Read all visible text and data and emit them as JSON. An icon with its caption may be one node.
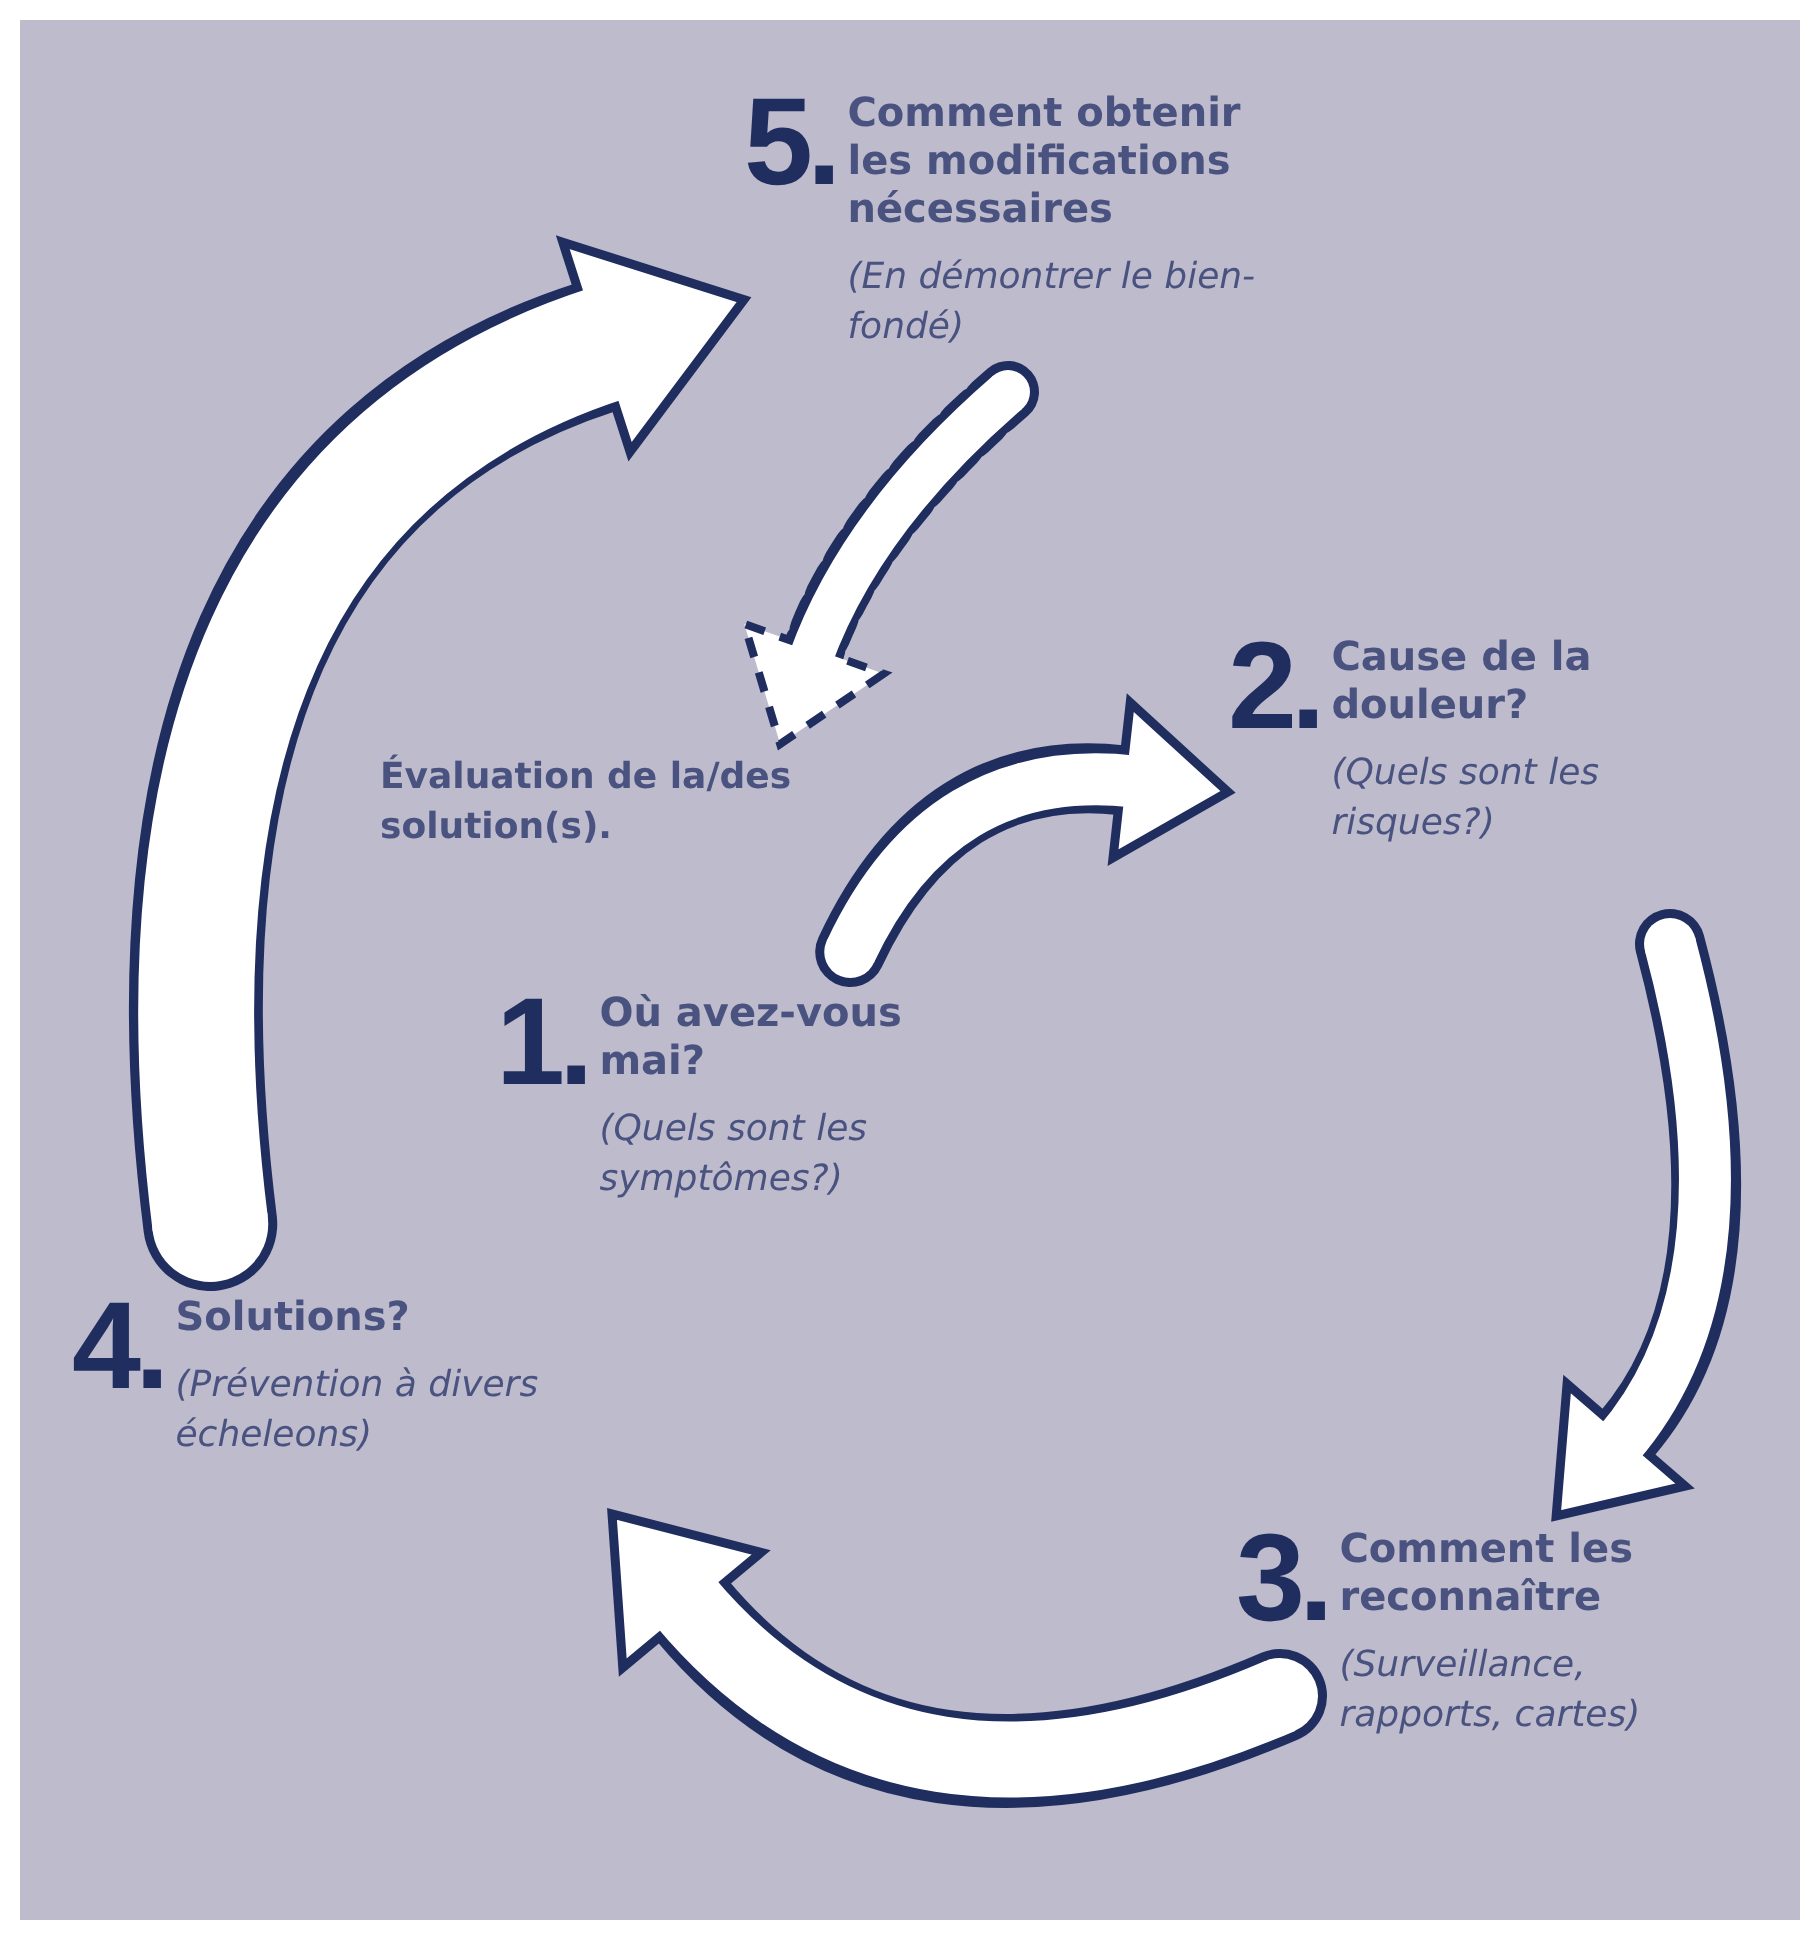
{
  "diagram": {
    "nodes": [
      {
        "text": [
          "1.",
          "Où avez-vous mai?",
          "(Quels sont les symptômes?)"
        ]
      },
      {
        "text": [
          "2.",
          "Cause de la douleur?",
          "(Quels sont les risques?)"
        ]
      },
      {
        "text": [
          "3.",
          "Comment les reconnaître",
          "(Surveillance, rapports, cartes)"
        ]
      },
      {
        "text": [
          "4.",
          "Solutions?",
          "(Prévention à divers écheleons)"
        ]
      },
      {
        "text": [
          "5.",
          "Comment obtenir les modifications nécessaires",
          "(En démontrer le bien-fondé)"
        ]
      },
      {
        "text": [
          "Évaluation de la/des solution(s)."
        ]
      }
    ],
    "edges": [
      {
        "from": 0,
        "to": 1,
        "arrow": "to"
      },
      {
        "from": 1,
        "to": 2,
        "arrow": "to"
      },
      {
        "from": 2,
        "to": 3,
        "arrow": "to"
      },
      {
        "from": 3,
        "to": 4,
        "arrow": "to",
        "style": "thick"
      },
      {
        "from": 4,
        "to": 5,
        "arrow": "to",
        "style": "dashed"
      }
    ]
  }
}
